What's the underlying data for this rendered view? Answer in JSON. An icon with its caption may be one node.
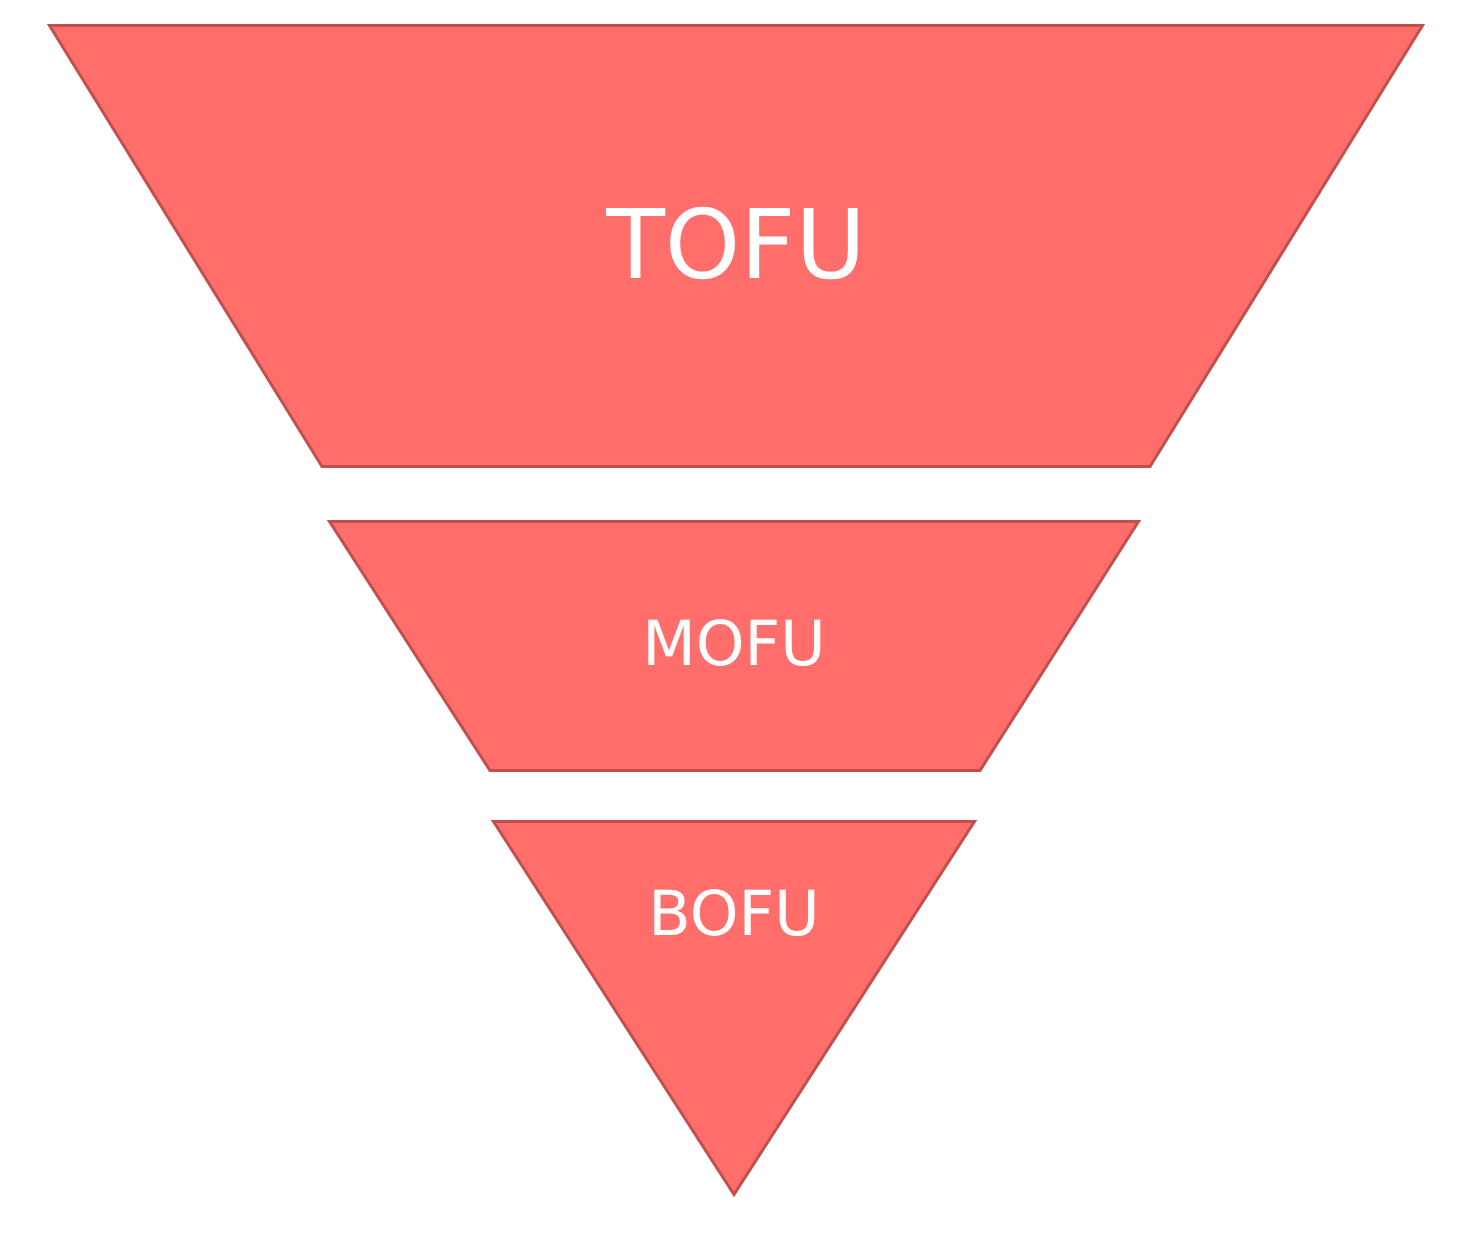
{
  "diagram": {
    "nodes": [
      {
        "text": [
          "TOFU"
        ]
      },
      {
        "text": [
          "MOFU"
        ]
      },
      {
        "text": [
          "BOFU"
        ]
      }
    ]
  }
}
